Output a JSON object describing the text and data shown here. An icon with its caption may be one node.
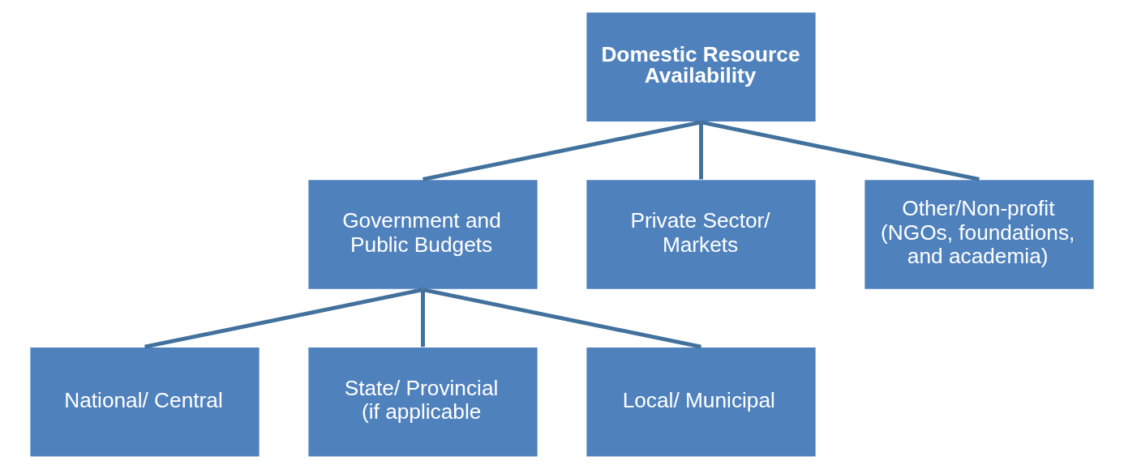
{
  "diagram": {
    "nodes": [
      {
        "text": [
          "Domestic Resource Availability"
        ]
      },
      {
        "text": [
          "Government and Public Budgets"
        ]
      },
      {
        "text": [
          "Private Sector/ Markets"
        ]
      },
      {
        "text": [
          "Other/Non-profit (NGOs, foundations, and academia)"
        ]
      },
      {
        "text": [
          "National/ Central"
        ]
      },
      {
        "text": [
          "State/ Provincial (if applicable"
        ]
      },
      {
        "text": [
          "Local/ Municipal"
        ]
      }
    ],
    "edges": [
      {
        "from": 0,
        "to": 1,
        "arrow": "none"
      },
      {
        "from": 0,
        "to": 2,
        "arrow": "none"
      },
      {
        "from": 0,
        "to": 3,
        "arrow": "none"
      },
      {
        "from": 1,
        "to": 4,
        "arrow": "none"
      },
      {
        "from": 1,
        "to": 5,
        "arrow": "none"
      },
      {
        "from": 1,
        "to": 6,
        "arrow": "none"
      }
    ]
  }
}
